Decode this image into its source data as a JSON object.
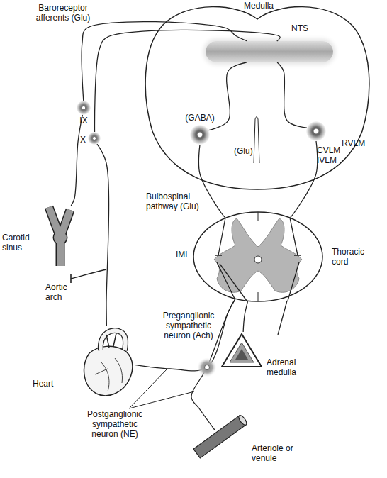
{
  "diagram": {
    "nodes": [
      {
        "text": [
          "Medulla"
        ]
      },
      {
        "text": [
          "NTS"
        ],
        "in": 0
      },
      {
        "text": [
          "(GABA)"
        ],
        "in": 0
      },
      {
        "text": [
          "RVLM"
        ],
        "in": 0
      },
      {
        "text": [
          "IX"
        ]
      },
      {
        "text": [
          "X"
        ]
      },
      {
        "text": [
          "IML",
          "Thoracic cord"
        ]
      },
      {
        "text": [
          "Carotid sinus"
        ]
      },
      {
        "text": [
          "Heart"
        ]
      },
      {
        "text": [
          "Adrenal medulla"
        ]
      },
      {
        "text": [
          "Arteriole or venule"
        ]
      }
    ],
    "edges": [
      {
        "from": 7,
        "to": 4,
        "arrow": "none"
      },
      {
        "from": 4,
        "to": 1,
        "arrow": "none"
      },
      {
        "from": 5,
        "to": 1,
        "arrow": "none"
      },
      {
        "from": 1,
        "to": 2,
        "arrow": "none"
      },
      {
        "from": 1,
        "to": 3,
        "arrow": "none"
      },
      {
        "from": 2,
        "to": 6,
        "arrow": "none"
      },
      {
        "from": 3,
        "to": 6,
        "arrow": "none"
      },
      {
        "from": 6,
        "to": 9,
        "arrow": "none"
      },
      {
        "from": 6,
        "to": 8,
        "arrow": "none"
      },
      {
        "from": 6,
        "to": 10,
        "arrow": "none"
      },
      {
        "from": 5,
        "to": 8,
        "arrow": "none"
      }
    ],
    "labels": [
      "Baroreceptor afferents (Glu)",
      "(Glu)",
      "CVLM",
      "IVLM",
      "Bulbospinal pathway (Glu)",
      "Aortic arch",
      "Preganglionic sympathetic neuron (Ach)",
      "Postganglionic sympathetic neuron (NE)"
    ]
  }
}
